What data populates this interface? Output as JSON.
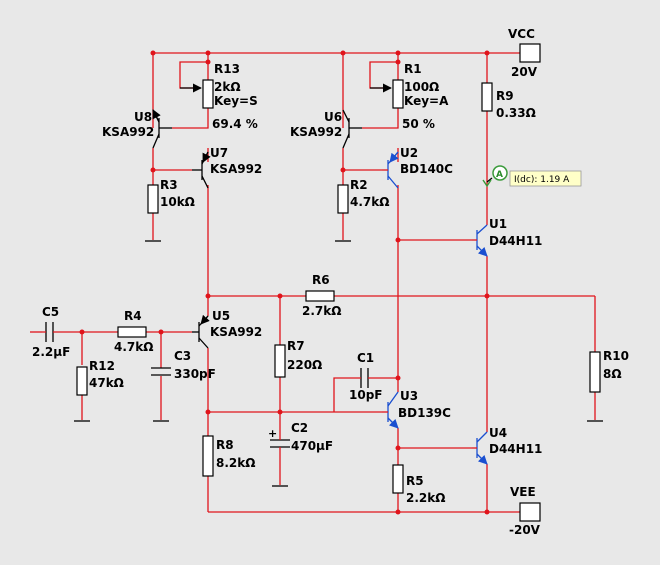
{
  "rails": {
    "vcc_name": "VCC",
    "vcc_value": "20V",
    "vee_name": "VEE",
    "vee_value": "-20V"
  },
  "probe": {
    "symbol": "A",
    "reading": "I(dc): 1.19 A"
  },
  "components": {
    "r13": {
      "ref": "R13",
      "value": "2kΩ",
      "key": "Key=S",
      "pct": "69.4 %"
    },
    "r1": {
      "ref": "R1",
      "value": "100Ω",
      "key": "Key=A",
      "pct": "50 %"
    },
    "r9": {
      "ref": "R9",
      "value": "0.33Ω"
    },
    "u8": {
      "ref": "U8",
      "part": "KSA992"
    },
    "u7": {
      "ref": "U7",
      "part": "KSA992"
    },
    "u6": {
      "ref": "U6",
      "part": "KSA992"
    },
    "u2": {
      "ref": "U2",
      "part": "BD140C"
    },
    "u1": {
      "ref": "U1",
      "part": "D44H11"
    },
    "u5": {
      "ref": "U5",
      "part": "KSA992"
    },
    "u3": {
      "ref": "U3",
      "part": "BD139C"
    },
    "u4": {
      "ref": "U4",
      "part": "D44H11"
    },
    "r3": {
      "ref": "R3",
      "value": "10kΩ"
    },
    "r2": {
      "ref": "R2",
      "value": "4.7kΩ"
    },
    "r6": {
      "ref": "R6",
      "value": "2.7kΩ"
    },
    "c5": {
      "ref": "C5",
      "value": "2.2µF"
    },
    "r4": {
      "ref": "R4",
      "value": "4.7kΩ"
    },
    "r12": {
      "ref": "R12",
      "value": "47kΩ"
    },
    "c3": {
      "ref": "C3",
      "value": "330pF"
    },
    "r7": {
      "ref": "R7",
      "value": "220Ω"
    },
    "c1": {
      "ref": "C1",
      "value": "10pF"
    },
    "r10": {
      "ref": "R10",
      "value": "8Ω"
    },
    "c2": {
      "ref": "C2",
      "value": "470µF",
      "polarity": "+"
    },
    "r8": {
      "ref": "R8",
      "value": "8.2kΩ"
    },
    "r5": {
      "ref": "R5",
      "value": "2.2kΩ"
    }
  }
}
